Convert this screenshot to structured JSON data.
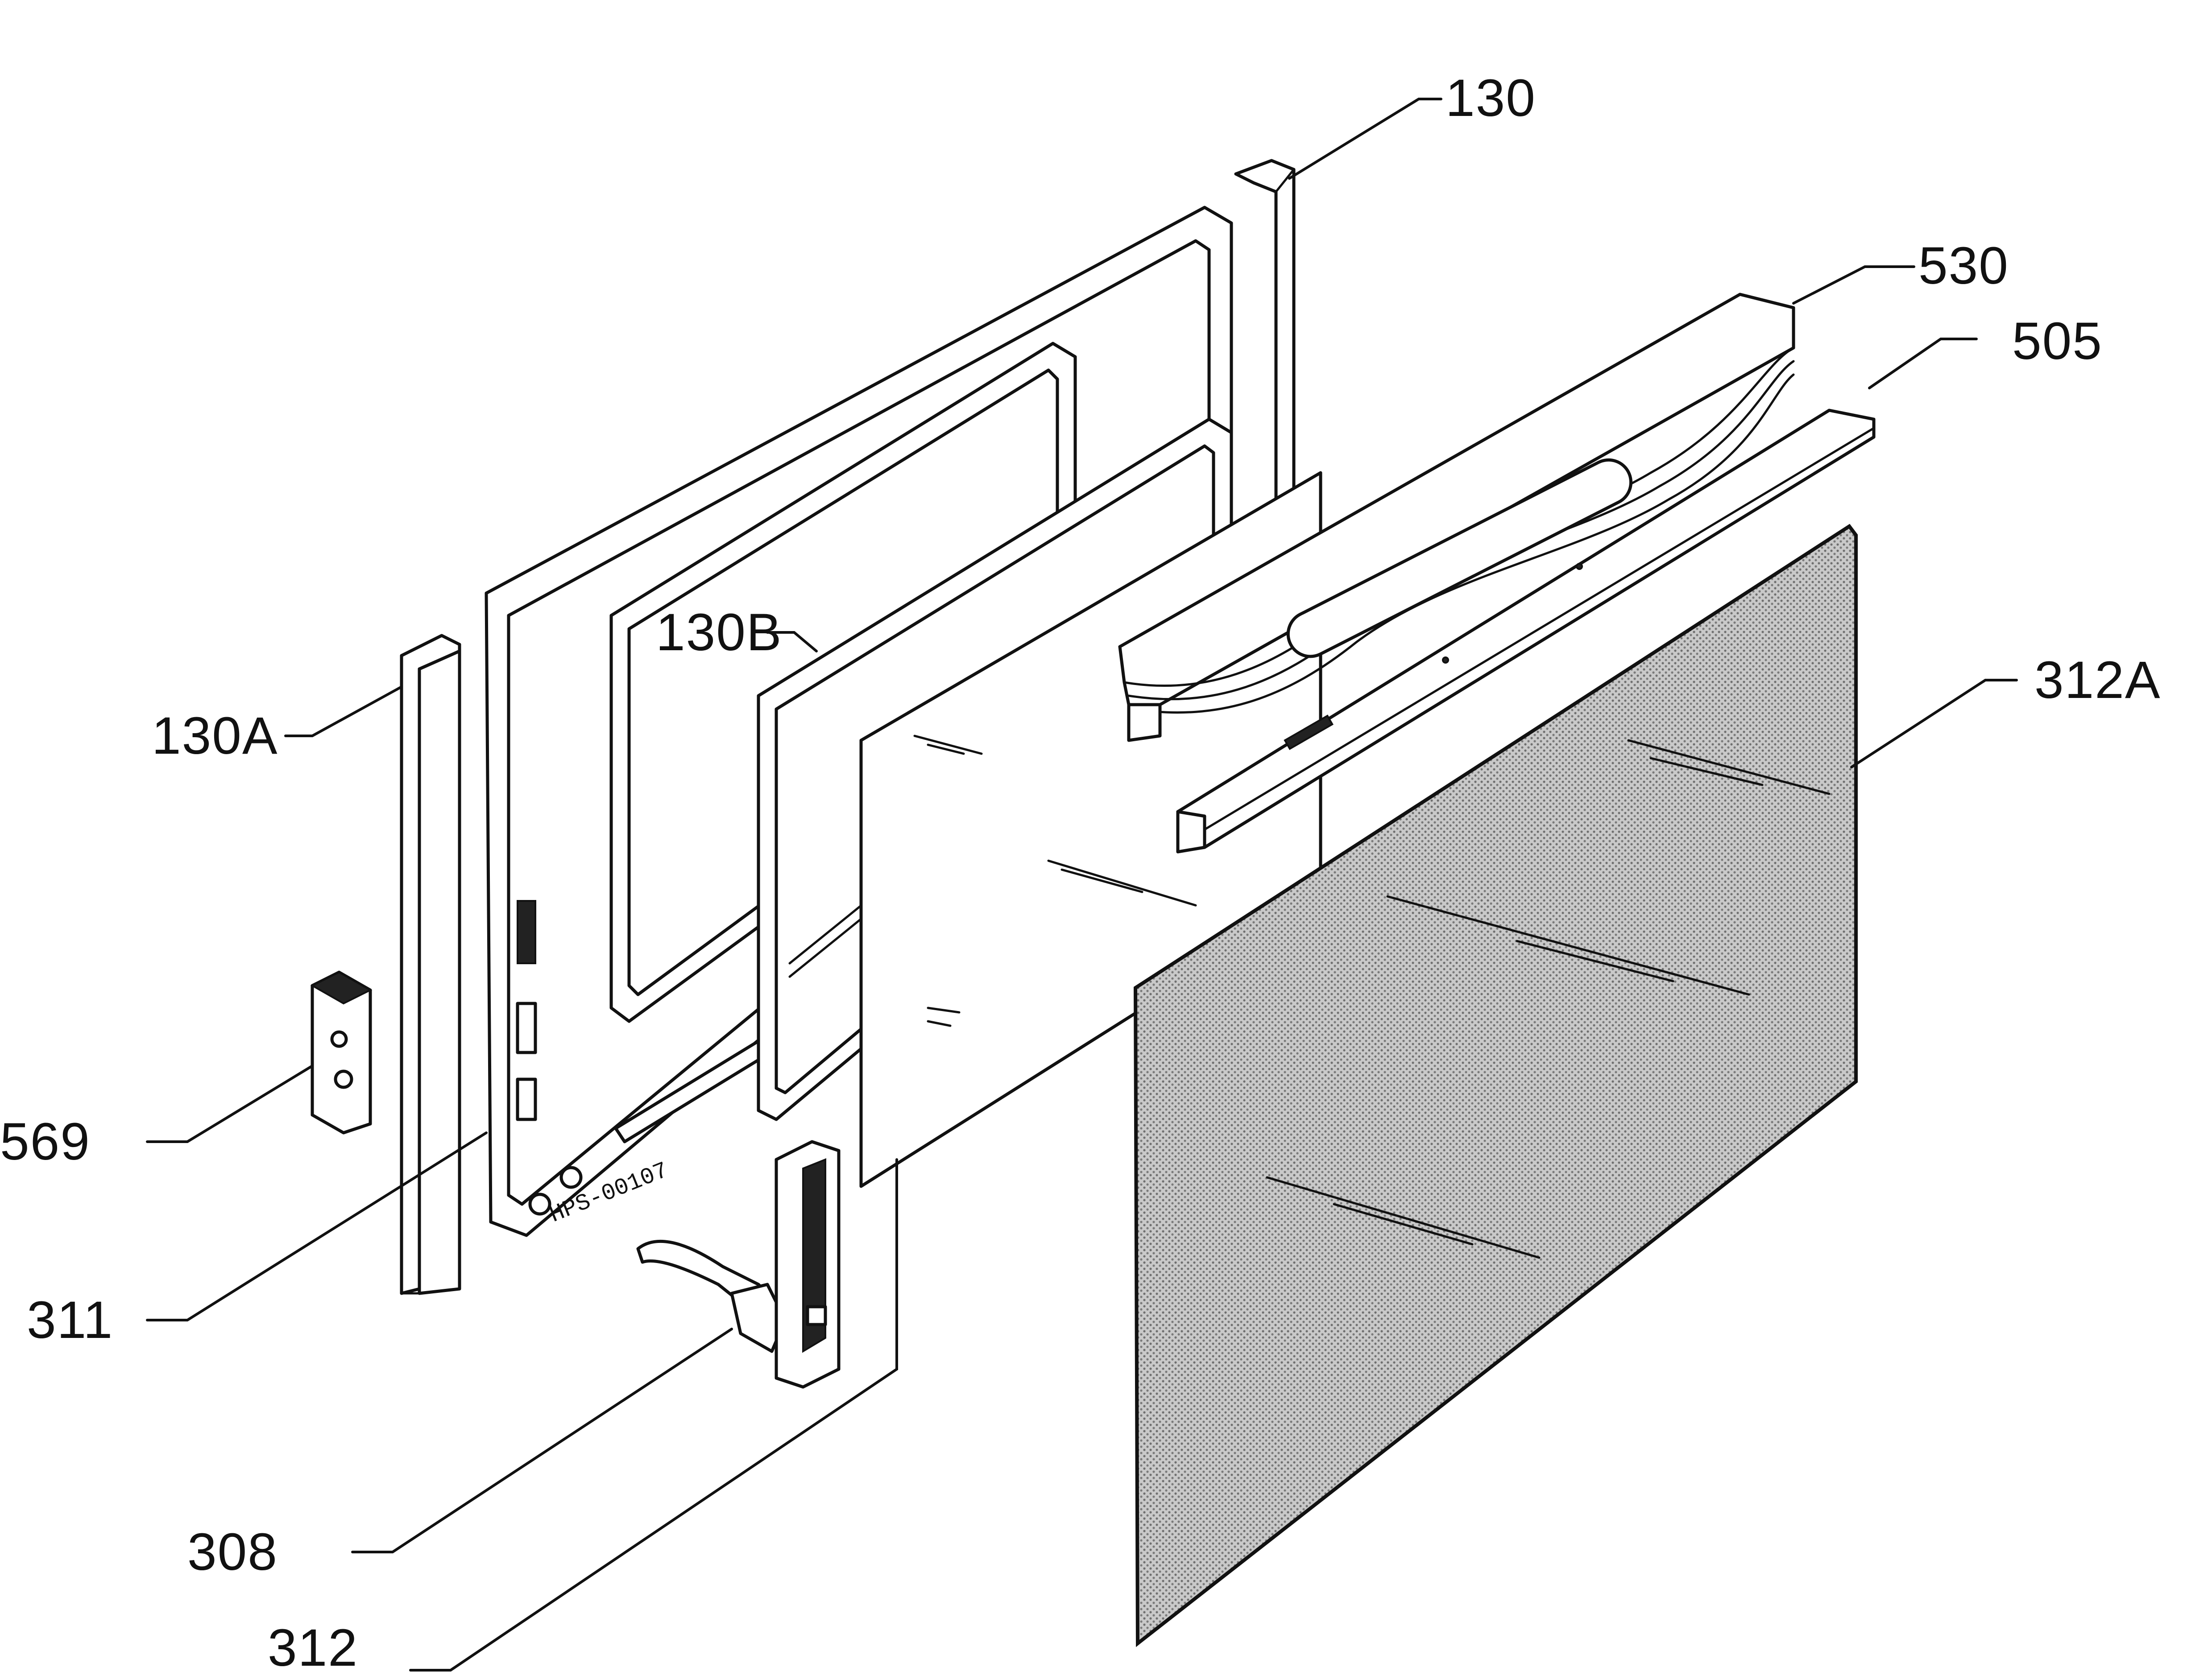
{
  "diagram": {
    "stamp_code": "HPS-00107",
    "labels": {
      "p130": "130",
      "p530": "530",
      "p505": "505",
      "p312A": "312A",
      "p130B": "130B",
      "p130A": "130A",
      "p569": "569",
      "p311": "311",
      "p308": "308",
      "p312": "312"
    },
    "colors": {
      "line": "#111111",
      "background": "#ffffff",
      "glass_dots": "#8a8a8a"
    }
  }
}
